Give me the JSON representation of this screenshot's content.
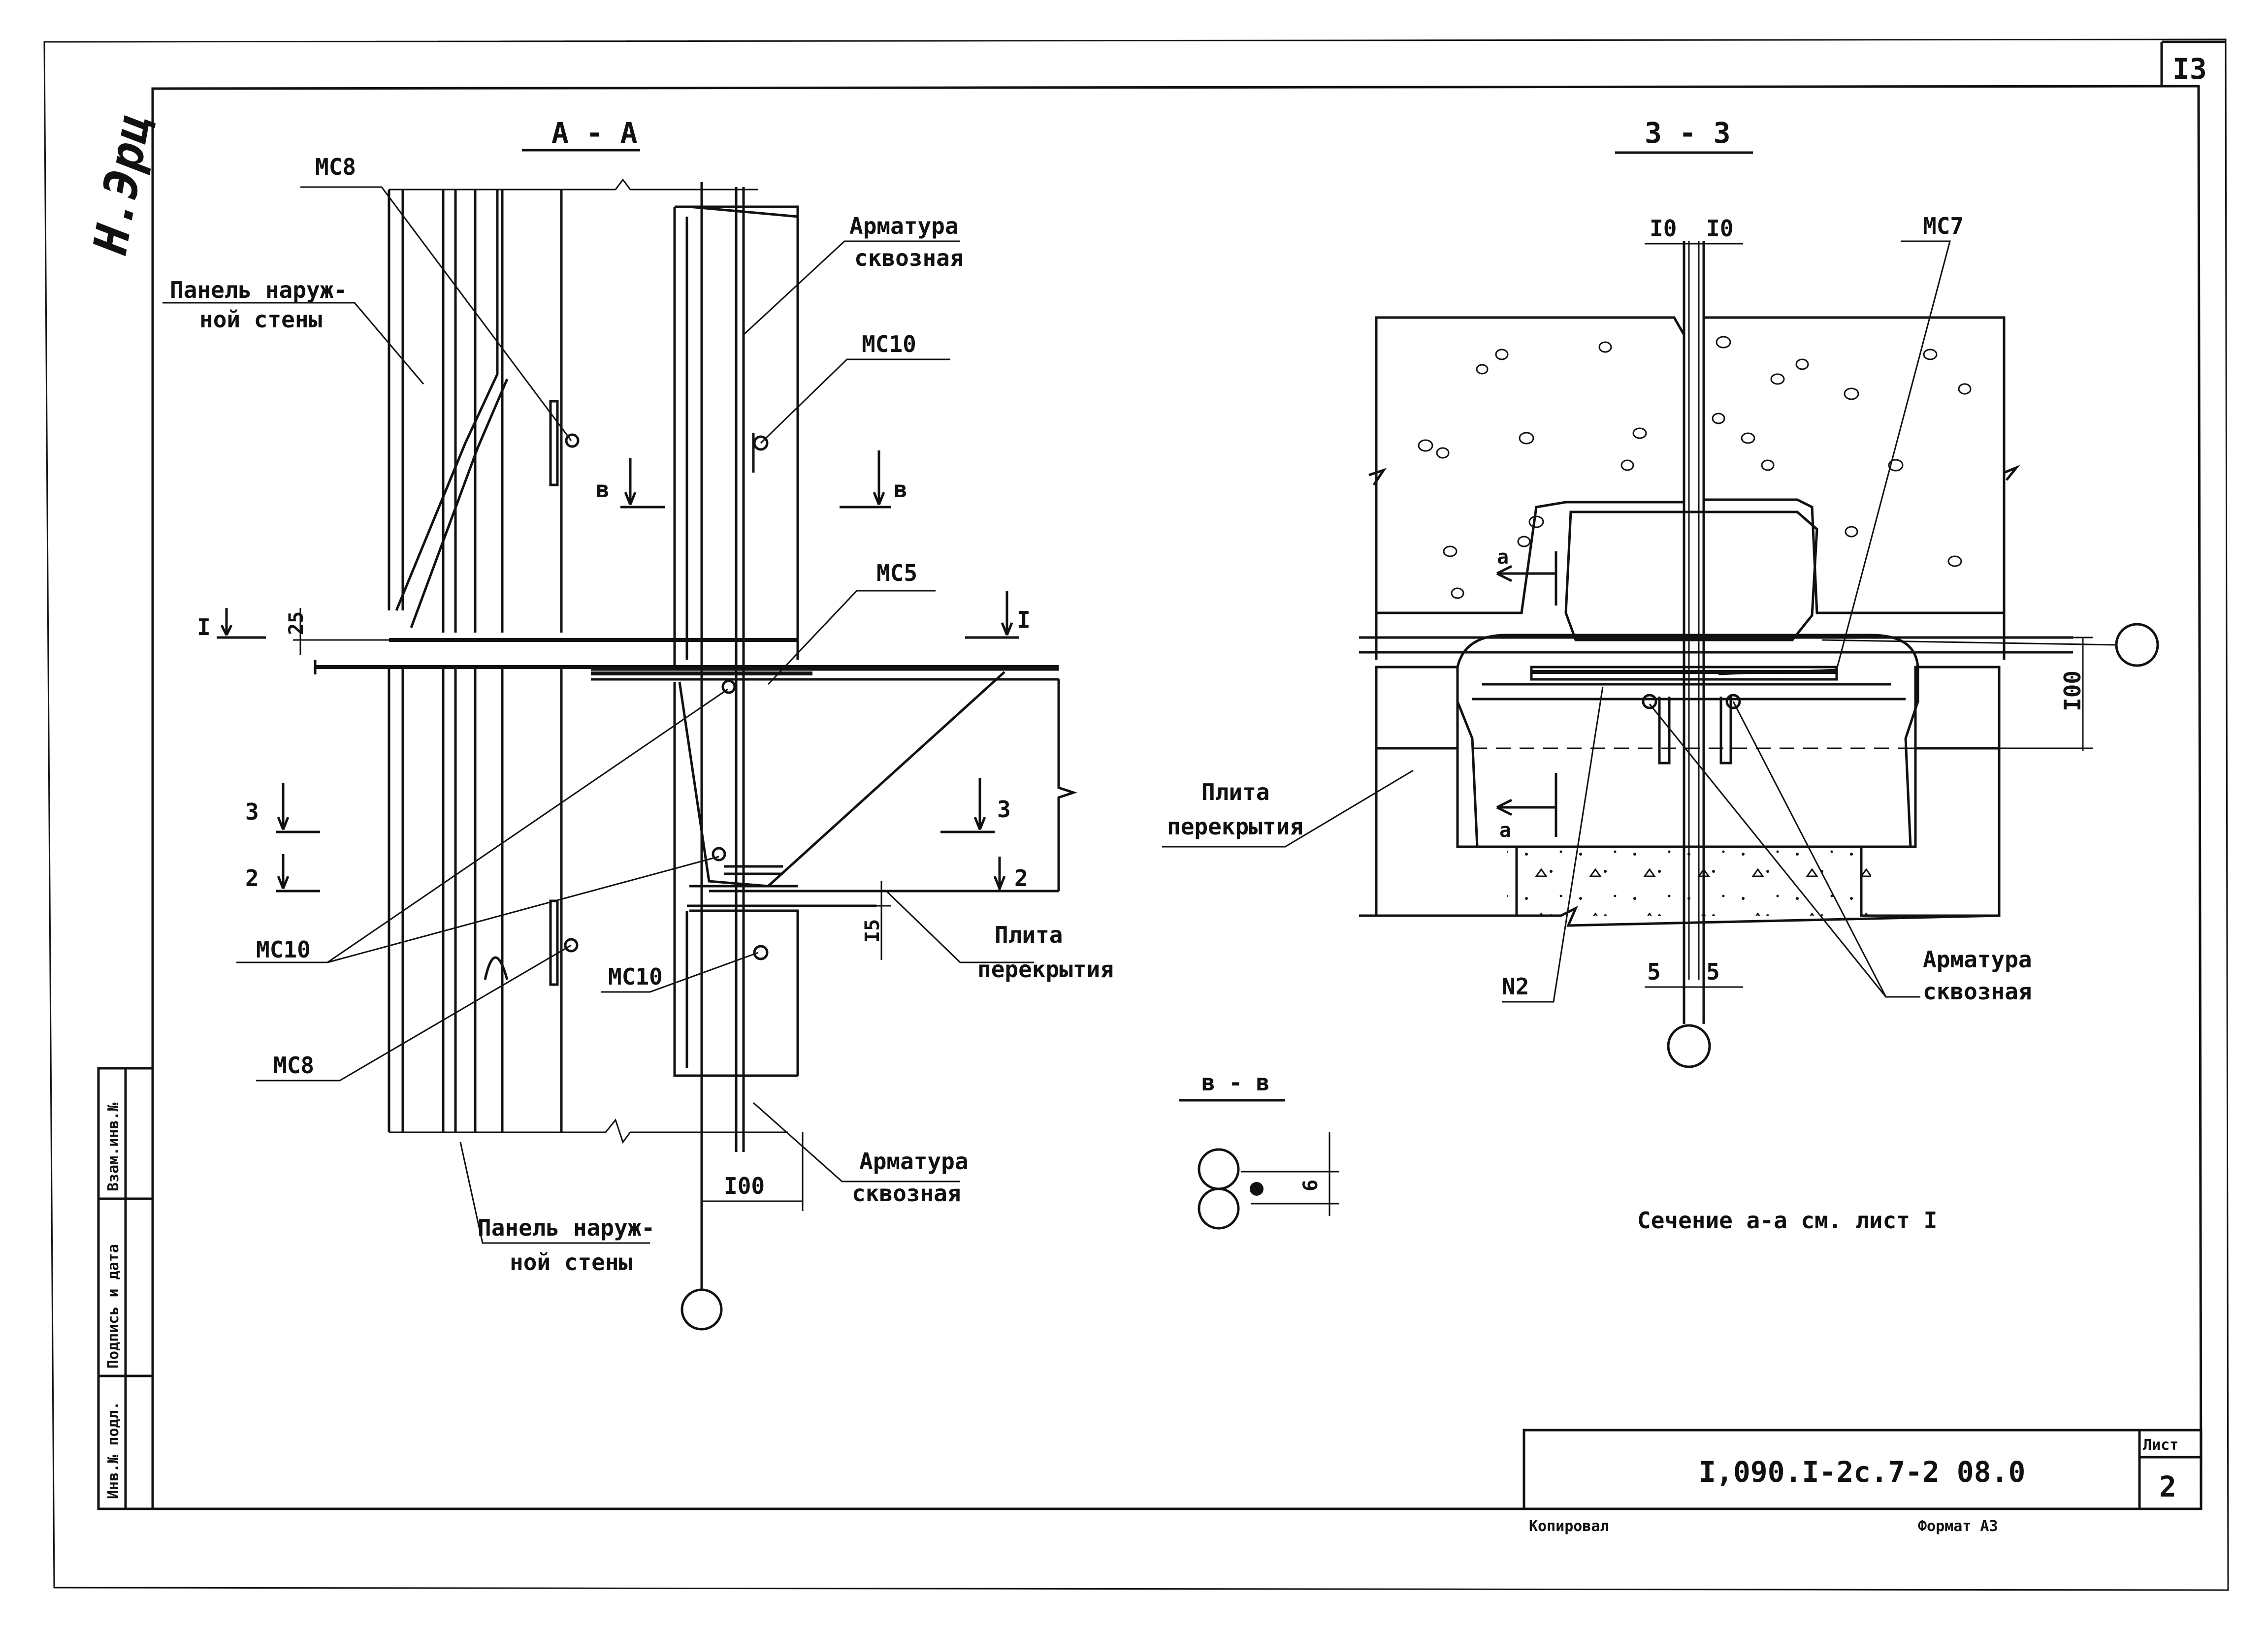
{
  "sheet": {
    "corner_number": "I3",
    "signature": "Н.Эрц",
    "code": "I,090.I-2c.7-2 08.0",
    "sheet_label": "Лист",
    "sheet_number": "2",
    "copied_label": "Копировал",
    "format_label": "Формат А3",
    "stamp_labels": [
      "Инв.№ подл.",
      "Подпись и дата",
      "Взам.инв.№"
    ]
  },
  "view_aa": {
    "title": "А - А",
    "labels": {
      "mc8_top": "МС8",
      "panel_top_l1": "Панель наруж-",
      "panel_top_l2": "ной стены",
      "rebar_top_l1": "Арматура",
      "rebar_top_l2": "сквозная",
      "mc10_top": "МС10",
      "mc5": "МС5",
      "mc10_left": "МС10",
      "mc10_mid": "МС10",
      "mc8_bottom": "МС8",
      "slab_l1": "Плита",
      "slab_l2": "перекрытия",
      "rebar_bot_l1": "Арматура",
      "rebar_bot_l2": "сквозная",
      "panel_bot_l1": "Панель наруж-",
      "panel_bot_l2": "ной стены"
    },
    "cuts": {
      "i_left": "I",
      "i_right": "I",
      "v_left": "в",
      "v_right": "в",
      "three_left": "3",
      "three_right": "3",
      "two_left": "2",
      "two_right": "2"
    },
    "dims": {
      "d25": "25",
      "d15": "I5",
      "d100": "I00"
    }
  },
  "view_33": {
    "title": "3 - 3",
    "labels": {
      "mc7": "МС7",
      "slab_l1": "Плита",
      "slab_l2": "перекрытия",
      "n2": "N2",
      "rebar_l1": "Арматура",
      "rebar_l2": "сквозная",
      "a_top": "а",
      "a_bottom": "а"
    },
    "dims": {
      "d10_left": "I0",
      "d10_right": "I0",
      "d100": "I00",
      "d5_left": "5",
      "d5_right": "5"
    }
  },
  "view_vv": {
    "title": "в - в",
    "dim": "6"
  },
  "note": "Сечение а-а см. лист I"
}
